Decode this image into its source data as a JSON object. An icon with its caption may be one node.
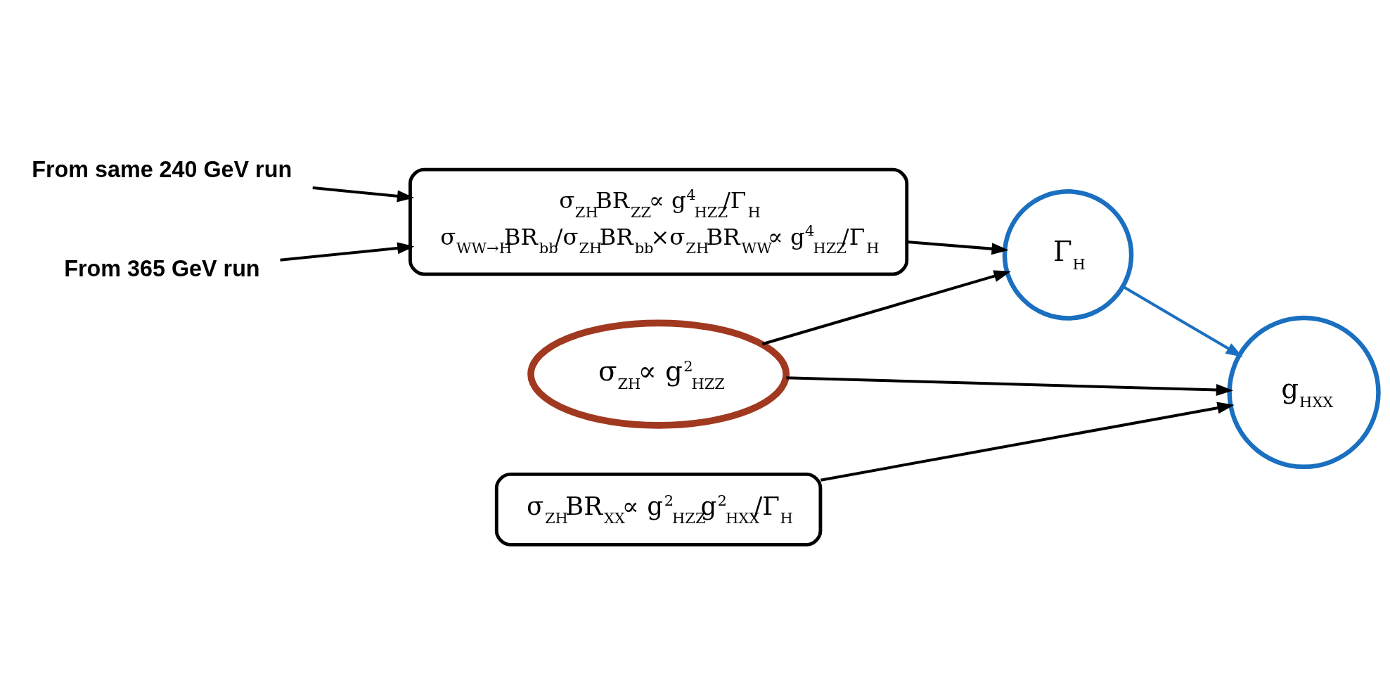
{
  "diagram": {
    "nodes": [
      {
        "text": [
          "σ$_{ZH}$BR$_{ZZ}$∝ g$^{4}$$_{HZZ}$/Γ$_{H}$",
          "σ$_{WW→H}$BR$_{bb}$/σ$_{ZH}$BR$_{bb}$×σ$_{ZH}$BR$_{WW}$∝ g$^{4}$$_{HZZ}$/Γ$_{H}$"
        ]
      },
      {
        "text": [
          "From same 240 GeV run"
        ]
      },
      {
        "text": [
          "From 365 GeV run"
        ]
      },
      {
        "text": [
          "σ$_{ZH}$∝ g$^{2}$$_{HZZ}$"
        ]
      },
      {
        "text": [
          "Γ$_{H}$"
        ]
      },
      {
        "text": [
          "σ$_{ZH}$BR$_{XX}$∝ g$^{2}$$_{HZZ}$g$^{2}$$_{HXX}$/Γ$_{H}$"
        ]
      },
      {
        "text": [
          "g$_{HXX}$"
        ]
      }
    ],
    "edges": [
      {
        "from": 1,
        "to": 0,
        "arrow": "to"
      },
      {
        "from": 2,
        "to": 0,
        "arrow": "to"
      },
      {
        "from": 0,
        "to": 4,
        "arrow": "to"
      },
      {
        "from": 3,
        "to": 4,
        "arrow": "to"
      },
      {
        "from": 3,
        "to": 6,
        "arrow": "to"
      },
      {
        "from": 5,
        "to": 6,
        "arrow": "to"
      },
      {
        "from": 4,
        "to": 6,
        "arrow": "to",
        "color": "#1a6fc0"
      }
    ]
  }
}
